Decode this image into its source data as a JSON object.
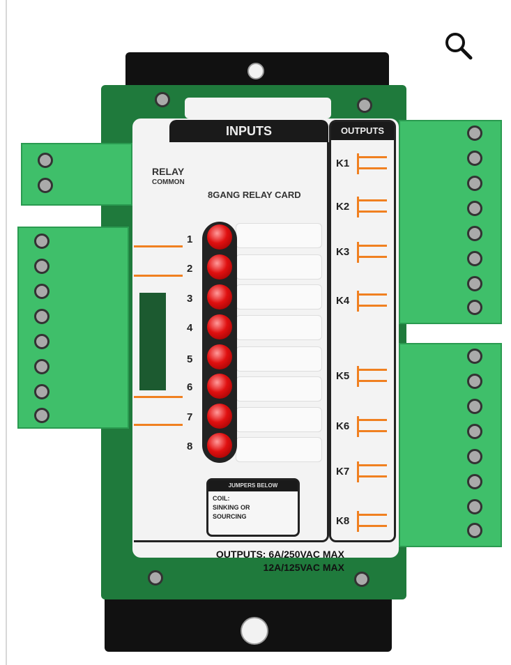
{
  "search_icon": "magnifier-icon",
  "board": {
    "inputs_title": "INPUTS",
    "outputs_title": "OUTPUTS",
    "relay_common": [
      "RELAY",
      "COMMON"
    ],
    "card_name": "8GANG RELAY CARD",
    "inputs": [
      "1",
      "2",
      "3",
      "4",
      "5",
      "6",
      "7",
      "8"
    ],
    "outputs": [
      "K1",
      "K2",
      "K3",
      "K4",
      "K5",
      "K6",
      "K7",
      "K8"
    ],
    "jumpers": {
      "title": "JUMPERS BELOW",
      "lines": [
        "COIL:",
        "SINKING OR",
        "SOURCING"
      ]
    },
    "ratings": [
      "OUTPUTS: 6A/250VAC MAX",
      "12A/125VAC MAX"
    ]
  },
  "colors": {
    "pcb": "#1f7a3c",
    "terminal": "#3fbf6a",
    "trace": "#f08020",
    "led": "#e01010"
  }
}
